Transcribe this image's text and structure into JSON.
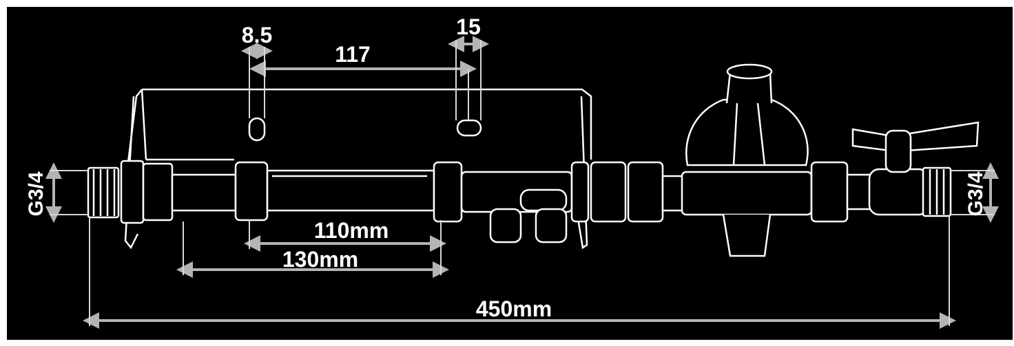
{
  "dimensions": {
    "slot_width": "8.5",
    "slot_spacing": "117",
    "slot_width_right": "15",
    "inner_length": "110mm",
    "outer_length": "130mm",
    "overall_length": "450mm",
    "thread_left": "G3/4",
    "thread_right": "G3/4"
  },
  "colors": {
    "background": "#000000",
    "outline": "#ffffff",
    "dimension_line": "#b4b4b4",
    "label_text": "#ffffff"
  },
  "components": {
    "bracket": "mounting-bracket",
    "manifold": "outlet-manifold",
    "regulator": "pressure-reducer",
    "valve": "ball-valve"
  }
}
